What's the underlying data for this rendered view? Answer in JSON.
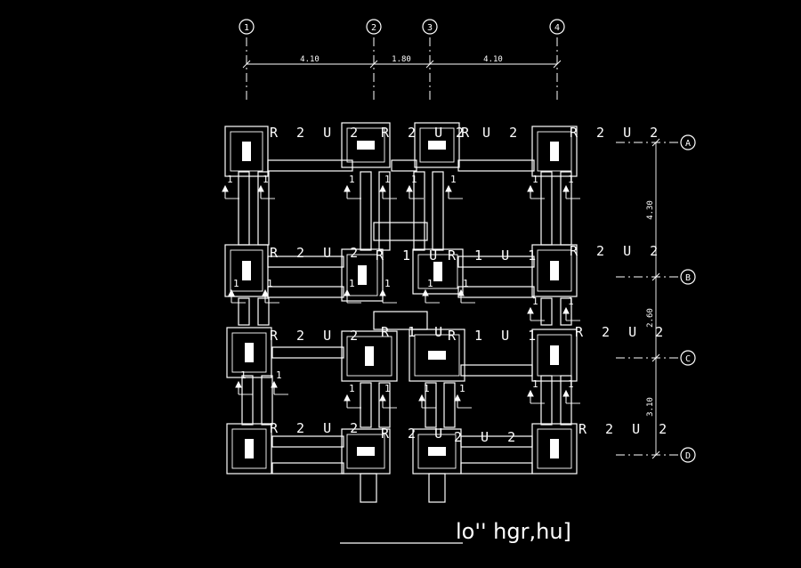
{
  "grid": {
    "columns": [
      "1",
      "2",
      "3",
      "4"
    ],
    "rows": [
      "A",
      "B",
      "C",
      "D"
    ]
  },
  "dimensions": {
    "horizontal": [
      "4.10",
      "1.80",
      "4.10"
    ],
    "vertical": [
      "4.30",
      "2.60",
      "3.10"
    ]
  },
  "footing_labels": [
    "R 2  U 2",
    "R 2  U R",
    "2  U 2",
    "R 2  U 2",
    "R 2  U 2",
    "R 1  U",
    "R 1  U 1",
    "R 2  U 2",
    "R 2  U 2",
    "R 1  U",
    "R 1  U 1",
    "R 2  U 2",
    "R 2  U 2",
    "R 2  U",
    "2  U 2",
    "R 2  U 2"
  ],
  "beam_marks": [
    "1",
    "1"
  ],
  "drawing_title": "lo''   hgr,hu]",
  "colors": {
    "background": "#000000",
    "linework": "#ffffff"
  }
}
